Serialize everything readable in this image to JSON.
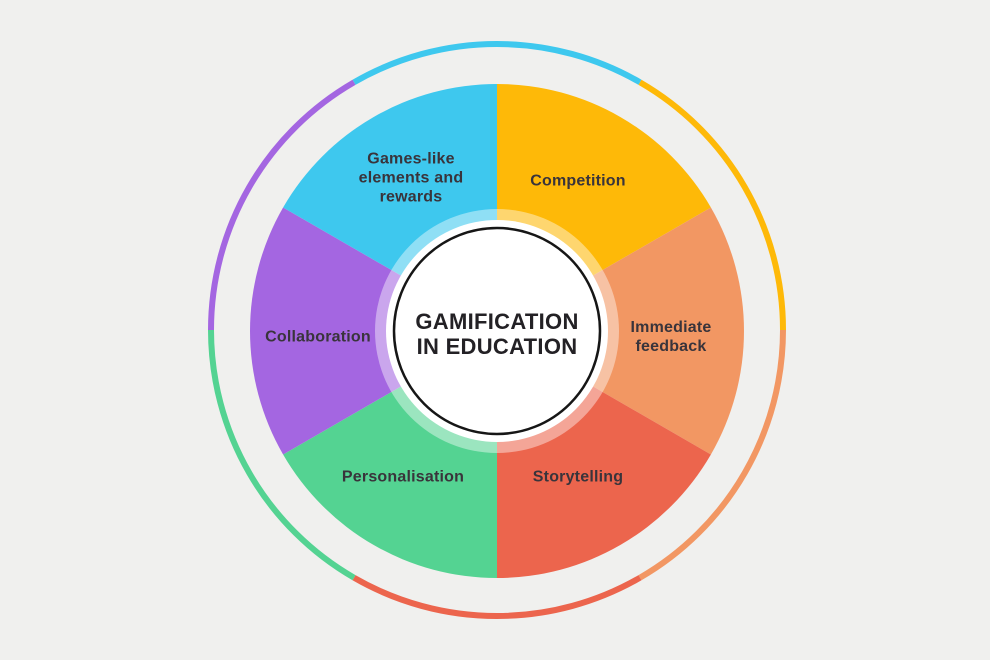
{
  "diagram": {
    "type": "circular-wheel-infographic",
    "center": {
      "title_line1": "GAMIFICATION",
      "title_line2": "IN EDUCATION"
    },
    "segments": [
      {
        "name": "competition",
        "label": "Competition",
        "color": "#FEB908"
      },
      {
        "name": "immediate-feedback",
        "label": "Immediate feedback",
        "color": "#F29763"
      },
      {
        "name": "storytelling",
        "label": "Storytelling",
        "color": "#EC654D"
      },
      {
        "name": "personalisation",
        "label": "Personalisation",
        "color": "#54D392"
      },
      {
        "name": "collaboration",
        "label": "Collaboration",
        "color": "#A466E1"
      },
      {
        "name": "games-like-elements",
        "label": "Games-like elements and rewards",
        "color": "#3EC8EE"
      }
    ],
    "colors": {
      "background": "#F0F0EE",
      "label_text": "#39343B",
      "title_text": "#232125",
      "center_circle_fill": "#FFFFFF",
      "center_ring_stroke": "#161616",
      "center_halo": "rgba(255,255,255,0.42)"
    }
  }
}
